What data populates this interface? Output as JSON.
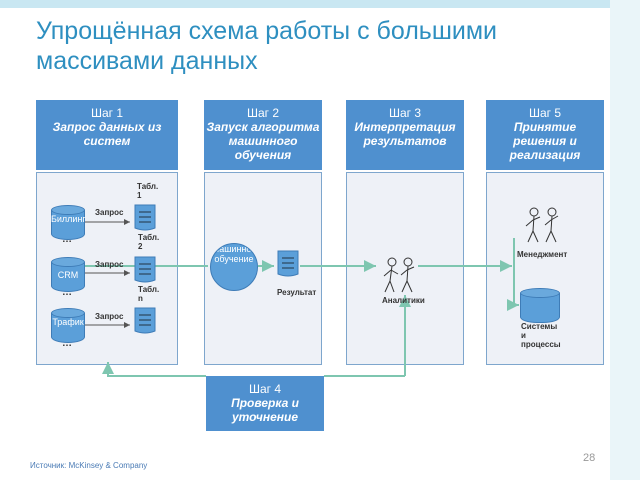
{
  "title": "Упрощённая схема работы с большими массивами данных",
  "steps": {
    "step1": {
      "title": "Шаг 1",
      "subtitle": "Запрос данных из систем"
    },
    "step2": {
      "title": "Шаг 2",
      "subtitle": "Запуск алгоритма машинного обучения"
    },
    "step3": {
      "title": "Шаг 3",
      "subtitle": "Интерпретация результатов"
    },
    "step5": {
      "title": "Шаг 5",
      "subtitle": "Принятие решения и реализация"
    },
    "step4": {
      "title": "Шаг 4",
      "subtitle": "Проверка и уточнение"
    }
  },
  "step1_content": {
    "sources": [
      "Биллинг",
      "CRM",
      "Трафик"
    ],
    "ellipsis": "…",
    "request_label": "Запрос",
    "tables": [
      "Табл. 1",
      "Табл. 2",
      "Табл. n"
    ]
  },
  "step2_content": {
    "ml_label": "Машинное обучение",
    "result_label": "Результат"
  },
  "step3_content": {
    "analysts_label": "Аналитики"
  },
  "step5_content": {
    "management_label": "Менеджмент",
    "systems_label": "Системы и процессы"
  },
  "footer": {
    "source": "Источник: McKinsey & Company",
    "page_number": "28"
  },
  "colors": {
    "title": "#2e8fc0",
    "header": "#4f90cf",
    "body": "#eef1f7",
    "cylinder": "#5b9fd9",
    "arrow": "#7ec6b0"
  }
}
